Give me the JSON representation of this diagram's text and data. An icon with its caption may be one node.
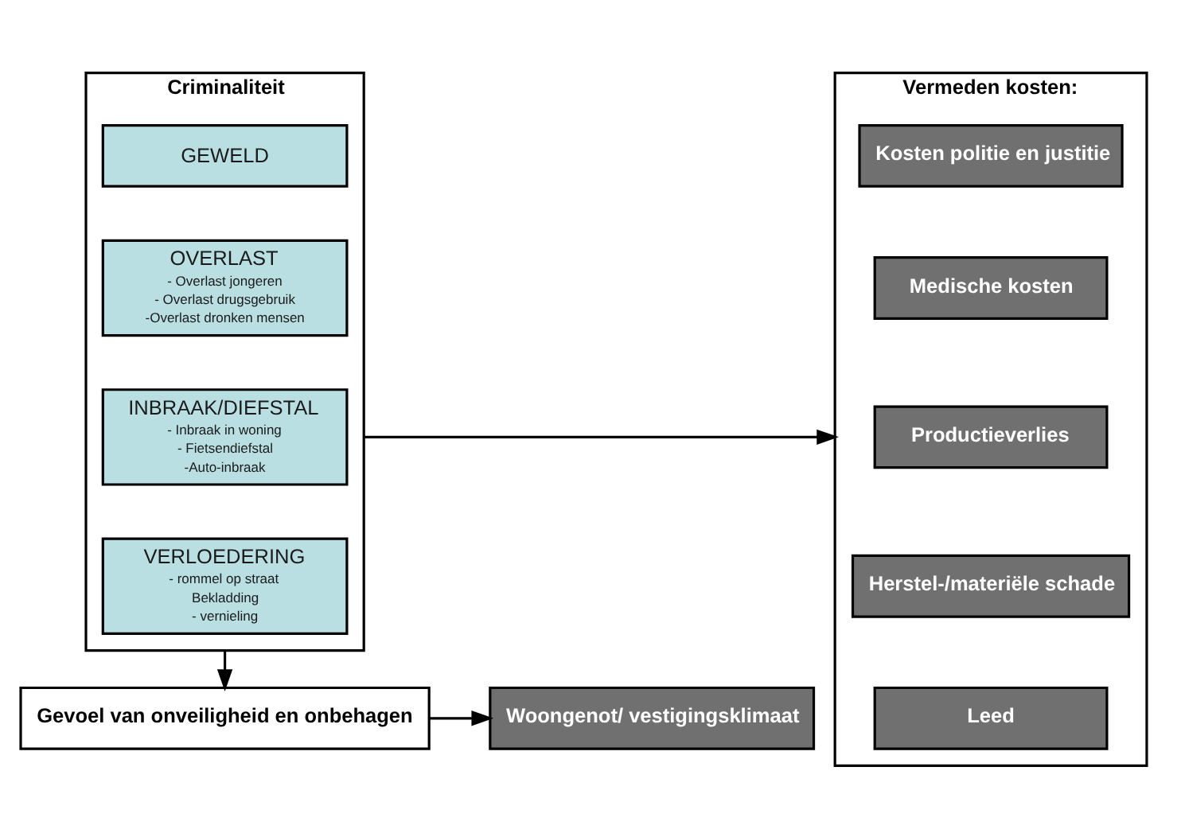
{
  "diagram": {
    "nodes": [
      {
        "text": [
          "Criminaliteit"
        ]
      },
      {
        "text": [
          "GEWELD"
        ],
        "in": 0
      },
      {
        "text": [
          "OVERLAST",
          "- Overlast jongeren",
          "- Overlast drugsgebruik",
          "-Overlast dronken mensen"
        ],
        "in": 0
      },
      {
        "text": [
          "INBRAAK/DIEFSTAL",
          "- Inbraak in woning",
          "- Fietsendiefstal",
          "-Auto-inbraak"
        ],
        "in": 0
      },
      {
        "text": [
          "VERLOEDERING",
          "- rommel op straat",
          "Bekladding",
          "- vernieling"
        ],
        "in": 0
      },
      {
        "text": [
          "Vermeden kosten:"
        ]
      },
      {
        "text": [
          "Kosten politie en justitie"
        ],
        "in": 5
      },
      {
        "text": [
          "Medische kosten"
        ],
        "in": 5
      },
      {
        "text": [
          "Productieverlies"
        ],
        "in": 5
      },
      {
        "text": [
          "Herstel-/materiële schade"
        ],
        "in": 5
      },
      {
        "text": [
          "Leed"
        ],
        "in": 5
      },
      {
        "text": [
          "Gevoel van onveiligheid en onbehagen"
        ]
      },
      {
        "text": [
          "Woongenot/ vestigingsklimaat"
        ]
      }
    ],
    "edges": [
      {
        "from": 0,
        "to": 5,
        "arrow": "to"
      },
      {
        "from": 0,
        "to": 11,
        "arrow": "to"
      },
      {
        "from": 11,
        "to": 12,
        "arrow": "to"
      }
    ]
  }
}
